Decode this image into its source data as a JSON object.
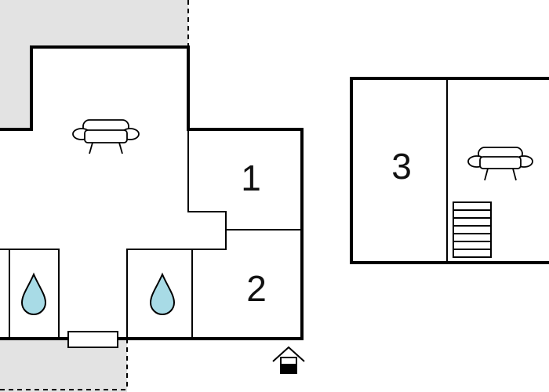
{
  "floor_plan": {
    "rooms": [
      {
        "number": "1"
      },
      {
        "number": "2"
      },
      {
        "number": "3"
      }
    ]
  },
  "colors": {
    "wall": "#000000",
    "outdoor_area": "#e3e3e3",
    "water_drop": "#a8dbe6",
    "background": "#ffffff"
  },
  "icons": [
    "sofa-icon",
    "water-drop-icon",
    "stairs-icon",
    "entrance-arrow-icon"
  ]
}
